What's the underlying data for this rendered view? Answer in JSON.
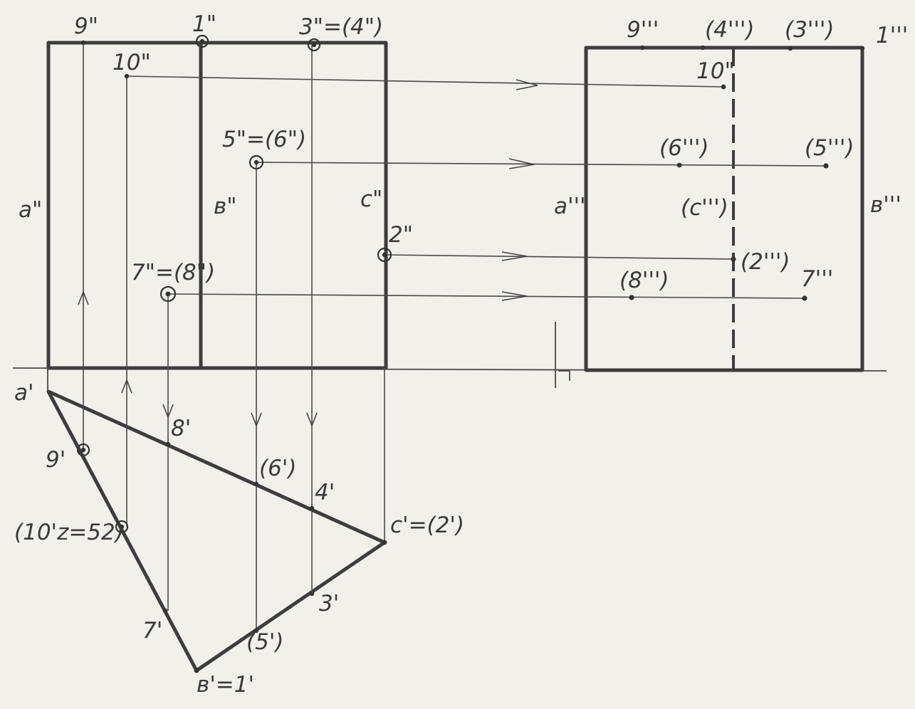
{
  "labels": {
    "p9f": "9\"",
    "p1f": "1\"",
    "p34f": "3\"=(4\")",
    "p10f": "10\"",
    "p56f": "5\"=(6\")",
    "p2f": "2\"",
    "p78f": "7\"=(8\")",
    "af": "a\"",
    "bf": "в\"",
    "cf": "c\"",
    "p9p": "9'''",
    "p4p": "(4''')",
    "p3p": "(3''')",
    "p1p": "1'''",
    "p10p": "10\"",
    "p6p": "(6''')",
    "p5p": "(5''')",
    "ap": "a'''",
    "cp": "(c''')",
    "bp": "в'''",
    "p2p": "(2''')",
    "p8p": "(8''')",
    "p7p": "7'''",
    "at": "a'",
    "p8t": "8'",
    "p9t": "9'",
    "p6t": "(6')",
    "p4t": "4'",
    "ct": "c'=(2')",
    "p10t": "(10'z=52)",
    "p3t": "3'",
    "p7t": "7'",
    "p5t": "(5')",
    "bt": "в'=1'"
  }
}
